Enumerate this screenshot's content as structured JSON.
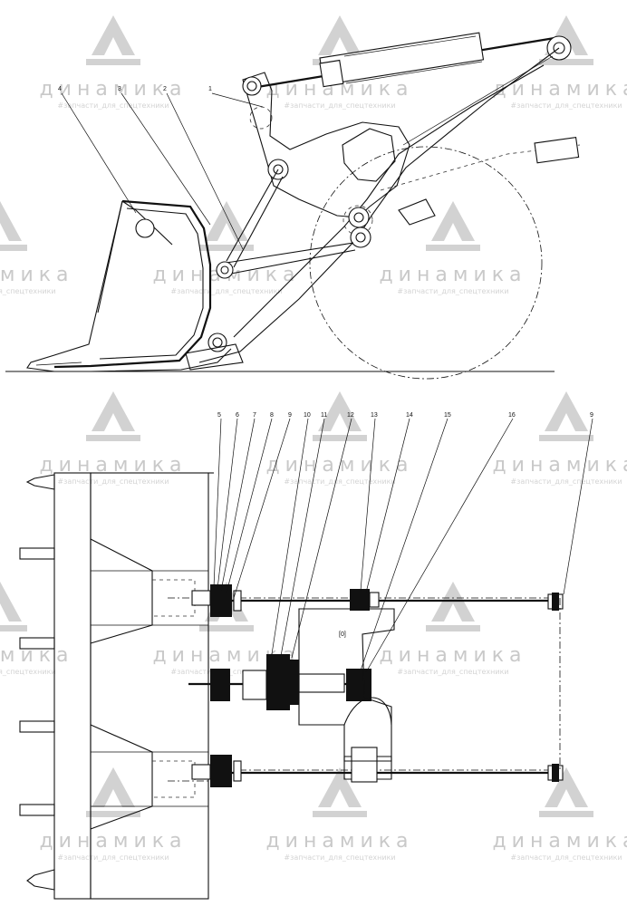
{
  "watermark": {
    "brand": "динамика",
    "tagline": "#запчасти_для_спецтехники"
  },
  "callouts": {
    "side_view": [
      "4",
      "3",
      "2",
      "1"
    ],
    "top_view": [
      "5",
      "6",
      "7",
      "8",
      "9",
      "10",
      "11",
      "12",
      "13",
      "14",
      "15",
      "16",
      "9"
    ]
  },
  "colors": {
    "line": "#111111",
    "watermark": "#c9c9c9"
  }
}
